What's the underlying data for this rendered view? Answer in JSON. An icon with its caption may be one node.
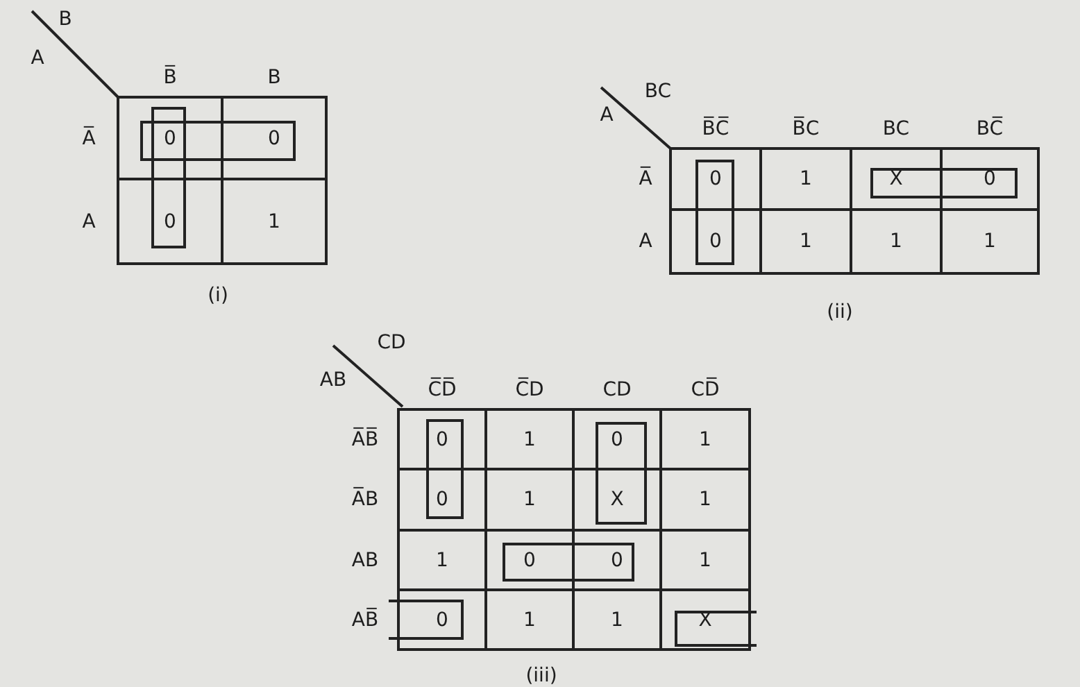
{
  "diagram": {
    "labels": [
      "B",
      "A",
      "B̅",
      "B",
      "A̅",
      "0",
      "0",
      "A",
      "0",
      "1",
      "(i)",
      "BC",
      "A",
      "B̅C̅",
      "B̅C",
      "BC",
      "BC̅",
      "A̅",
      "0",
      "1",
      "X",
      "0",
      "A",
      "0",
      "1",
      "1",
      "1",
      "(ii)",
      "CD",
      "AB",
      "C̅D̅",
      "C̅D",
      "CD",
      "CD̅",
      "A̅B̅",
      "0",
      "1",
      "0",
      "1",
      "A̅B",
      "0",
      "1",
      "X",
      "1",
      "AB",
      "1",
      "0",
      "0",
      "1",
      "AB̅",
      "0",
      "1",
      "1",
      "X",
      "(iii)"
    ]
  }
}
